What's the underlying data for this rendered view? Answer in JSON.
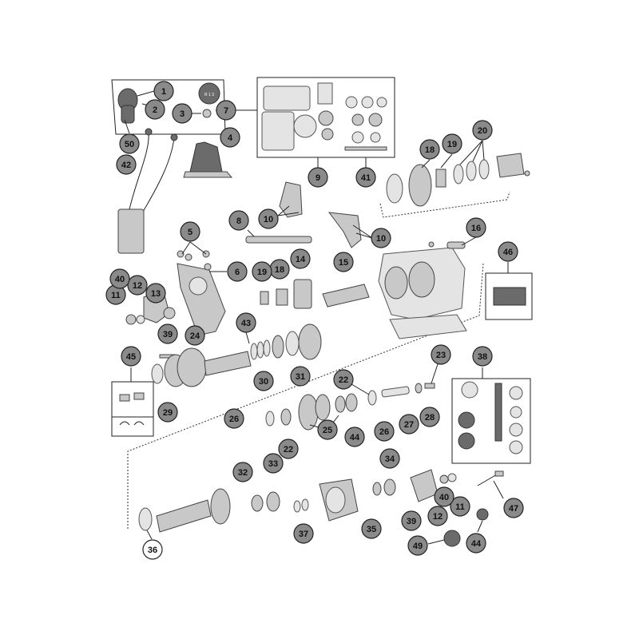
{
  "diagram": {
    "callouts": [
      {
        "id": "c1",
        "label": "1",
        "style": "grey"
      },
      {
        "id": "c2",
        "label": "2",
        "style": "grey"
      },
      {
        "id": "c3",
        "label": "3",
        "style": "grey"
      },
      {
        "id": "c4",
        "label": "4",
        "style": "grey"
      },
      {
        "id": "c5",
        "label": "5",
        "style": "grey"
      },
      {
        "id": "c6",
        "label": "6",
        "style": "grey"
      },
      {
        "id": "c7",
        "label": "7",
        "style": "grey"
      },
      {
        "id": "c8",
        "label": "8",
        "style": "grey"
      },
      {
        "id": "c9",
        "label": "9",
        "style": "grey"
      },
      {
        "id": "c10a",
        "label": "10",
        "style": "grey"
      },
      {
        "id": "c10b",
        "label": "10",
        "style": "grey"
      },
      {
        "id": "c11a",
        "label": "11",
        "style": "grey"
      },
      {
        "id": "c11b",
        "label": "11",
        "style": "grey"
      },
      {
        "id": "c12a",
        "label": "12",
        "style": "grey"
      },
      {
        "id": "c12b",
        "label": "12",
        "style": "grey"
      },
      {
        "id": "c13",
        "label": "13",
        "style": "grey"
      },
      {
        "id": "c14",
        "label": "14",
        "style": "grey"
      },
      {
        "id": "c15",
        "label": "15",
        "style": "grey"
      },
      {
        "id": "c16",
        "label": "16",
        "style": "grey"
      },
      {
        "id": "c18a",
        "label": "18",
        "style": "grey"
      },
      {
        "id": "c18b",
        "label": "18",
        "style": "grey"
      },
      {
        "id": "c19a",
        "label": "19",
        "style": "grey"
      },
      {
        "id": "c19b",
        "label": "19",
        "style": "grey"
      },
      {
        "id": "c20",
        "label": "20",
        "style": "grey"
      },
      {
        "id": "c22a",
        "label": "22",
        "style": "grey"
      },
      {
        "id": "c22b",
        "label": "22",
        "style": "grey"
      },
      {
        "id": "c23",
        "label": "23",
        "style": "grey"
      },
      {
        "id": "c24",
        "label": "24",
        "style": "grey"
      },
      {
        "id": "c25",
        "label": "25",
        "style": "grey"
      },
      {
        "id": "c26a",
        "label": "26",
        "style": "grey"
      },
      {
        "id": "c26b",
        "label": "26",
        "style": "grey"
      },
      {
        "id": "c27",
        "label": "27",
        "style": "grey"
      },
      {
        "id": "c28",
        "label": "28",
        "style": "grey"
      },
      {
        "id": "c29",
        "label": "29",
        "style": "grey"
      },
      {
        "id": "c30",
        "label": "30",
        "style": "grey"
      },
      {
        "id": "c31",
        "label": "31",
        "style": "grey"
      },
      {
        "id": "c32",
        "label": "32",
        "style": "grey"
      },
      {
        "id": "c33",
        "label": "33",
        "style": "grey"
      },
      {
        "id": "c34",
        "label": "34",
        "style": "grey"
      },
      {
        "id": "c35",
        "label": "35",
        "style": "grey"
      },
      {
        "id": "c36",
        "label": "36",
        "style": "white"
      },
      {
        "id": "c37",
        "label": "37",
        "style": "grey"
      },
      {
        "id": "c38",
        "label": "38",
        "style": "grey"
      },
      {
        "id": "c39a",
        "label": "39",
        "style": "grey"
      },
      {
        "id": "c39b",
        "label": "39",
        "style": "grey"
      },
      {
        "id": "c40a",
        "label": "40",
        "style": "grey"
      },
      {
        "id": "c40b",
        "label": "40",
        "style": "grey"
      },
      {
        "id": "c41",
        "label": "41",
        "style": "grey"
      },
      {
        "id": "c42",
        "label": "42",
        "style": "grey"
      },
      {
        "id": "c43",
        "label": "43",
        "style": "grey"
      },
      {
        "id": "c44a",
        "label": "44",
        "style": "grey"
      },
      {
        "id": "c44b",
        "label": "44",
        "style": "grey"
      },
      {
        "id": "c45",
        "label": "45",
        "style": "grey"
      },
      {
        "id": "c46",
        "label": "46",
        "style": "grey"
      },
      {
        "id": "c47",
        "label": "47",
        "style": "grey"
      },
      {
        "id": "c49",
        "label": "49",
        "style": "grey"
      },
      {
        "id": "c50",
        "label": "50",
        "style": "grey"
      }
    ],
    "colors": {
      "callout_fill": "#8a8a8a",
      "callout_stroke": "#222222",
      "callout_white_fill": "#ffffff",
      "part_fill": "#c8c8c8",
      "part_dark": "#6b6b6b"
    }
  }
}
